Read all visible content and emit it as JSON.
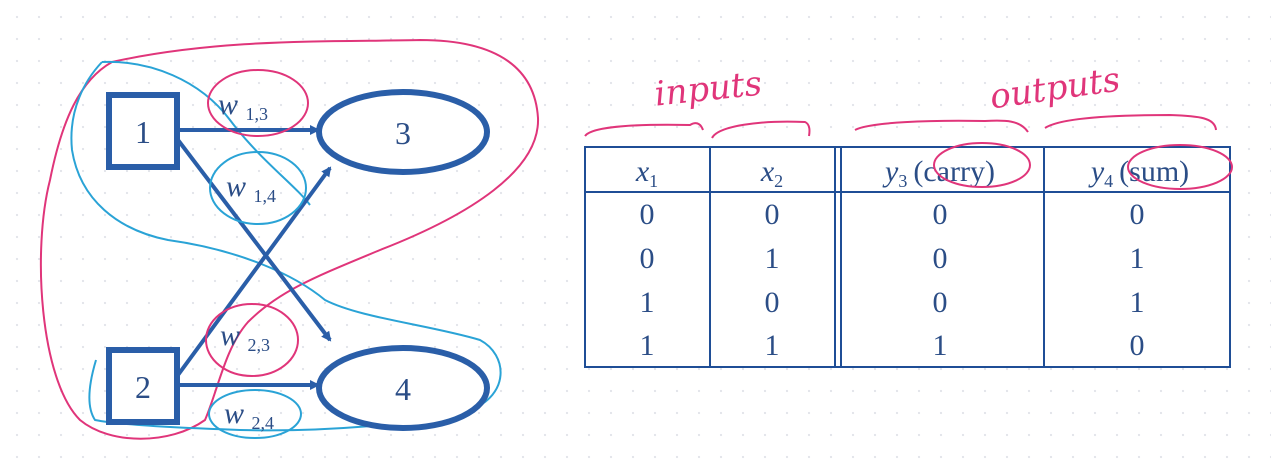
{
  "colors": {
    "node_stroke": "#2a5ea8",
    "table_stroke": "#1f4e96",
    "pink_ink": "#e0357a",
    "cyan_ink": "#2aa3d6",
    "text_dark": "#2b4d86"
  },
  "network": {
    "input_nodes": [
      {
        "id": "node-1",
        "label": "1"
      },
      {
        "id": "node-2",
        "label": "2"
      }
    ],
    "output_nodes": [
      {
        "id": "node-3",
        "label": "3"
      },
      {
        "id": "node-4",
        "label": "4"
      }
    ],
    "weights": [
      {
        "id": "w13",
        "sym": "w",
        "sub": "1,3"
      },
      {
        "id": "w14",
        "sym": "w",
        "sub": "1,4"
      },
      {
        "id": "w23",
        "sym": "w",
        "sub": "2,3"
      },
      {
        "id": "w24",
        "sym": "w",
        "sub": "2,4"
      }
    ]
  },
  "annotations": {
    "inputs_label": "inputs",
    "outputs_label": "outputs"
  },
  "table": {
    "headers": [
      {
        "sym": "x",
        "sub": "1",
        "word": ""
      },
      {
        "sym": "x",
        "sub": "2",
        "word": ""
      },
      {
        "sym": "y",
        "sub": "3",
        "word": "(carry)"
      },
      {
        "sym": "y",
        "sub": "4",
        "word": "(sum)"
      }
    ],
    "rows": [
      [
        "0",
        "0",
        "0",
        "0"
      ],
      [
        "0",
        "1",
        "0",
        "1"
      ],
      [
        "1",
        "0",
        "0",
        "1"
      ],
      [
        "1",
        "1",
        "1",
        "0"
      ]
    ]
  }
}
